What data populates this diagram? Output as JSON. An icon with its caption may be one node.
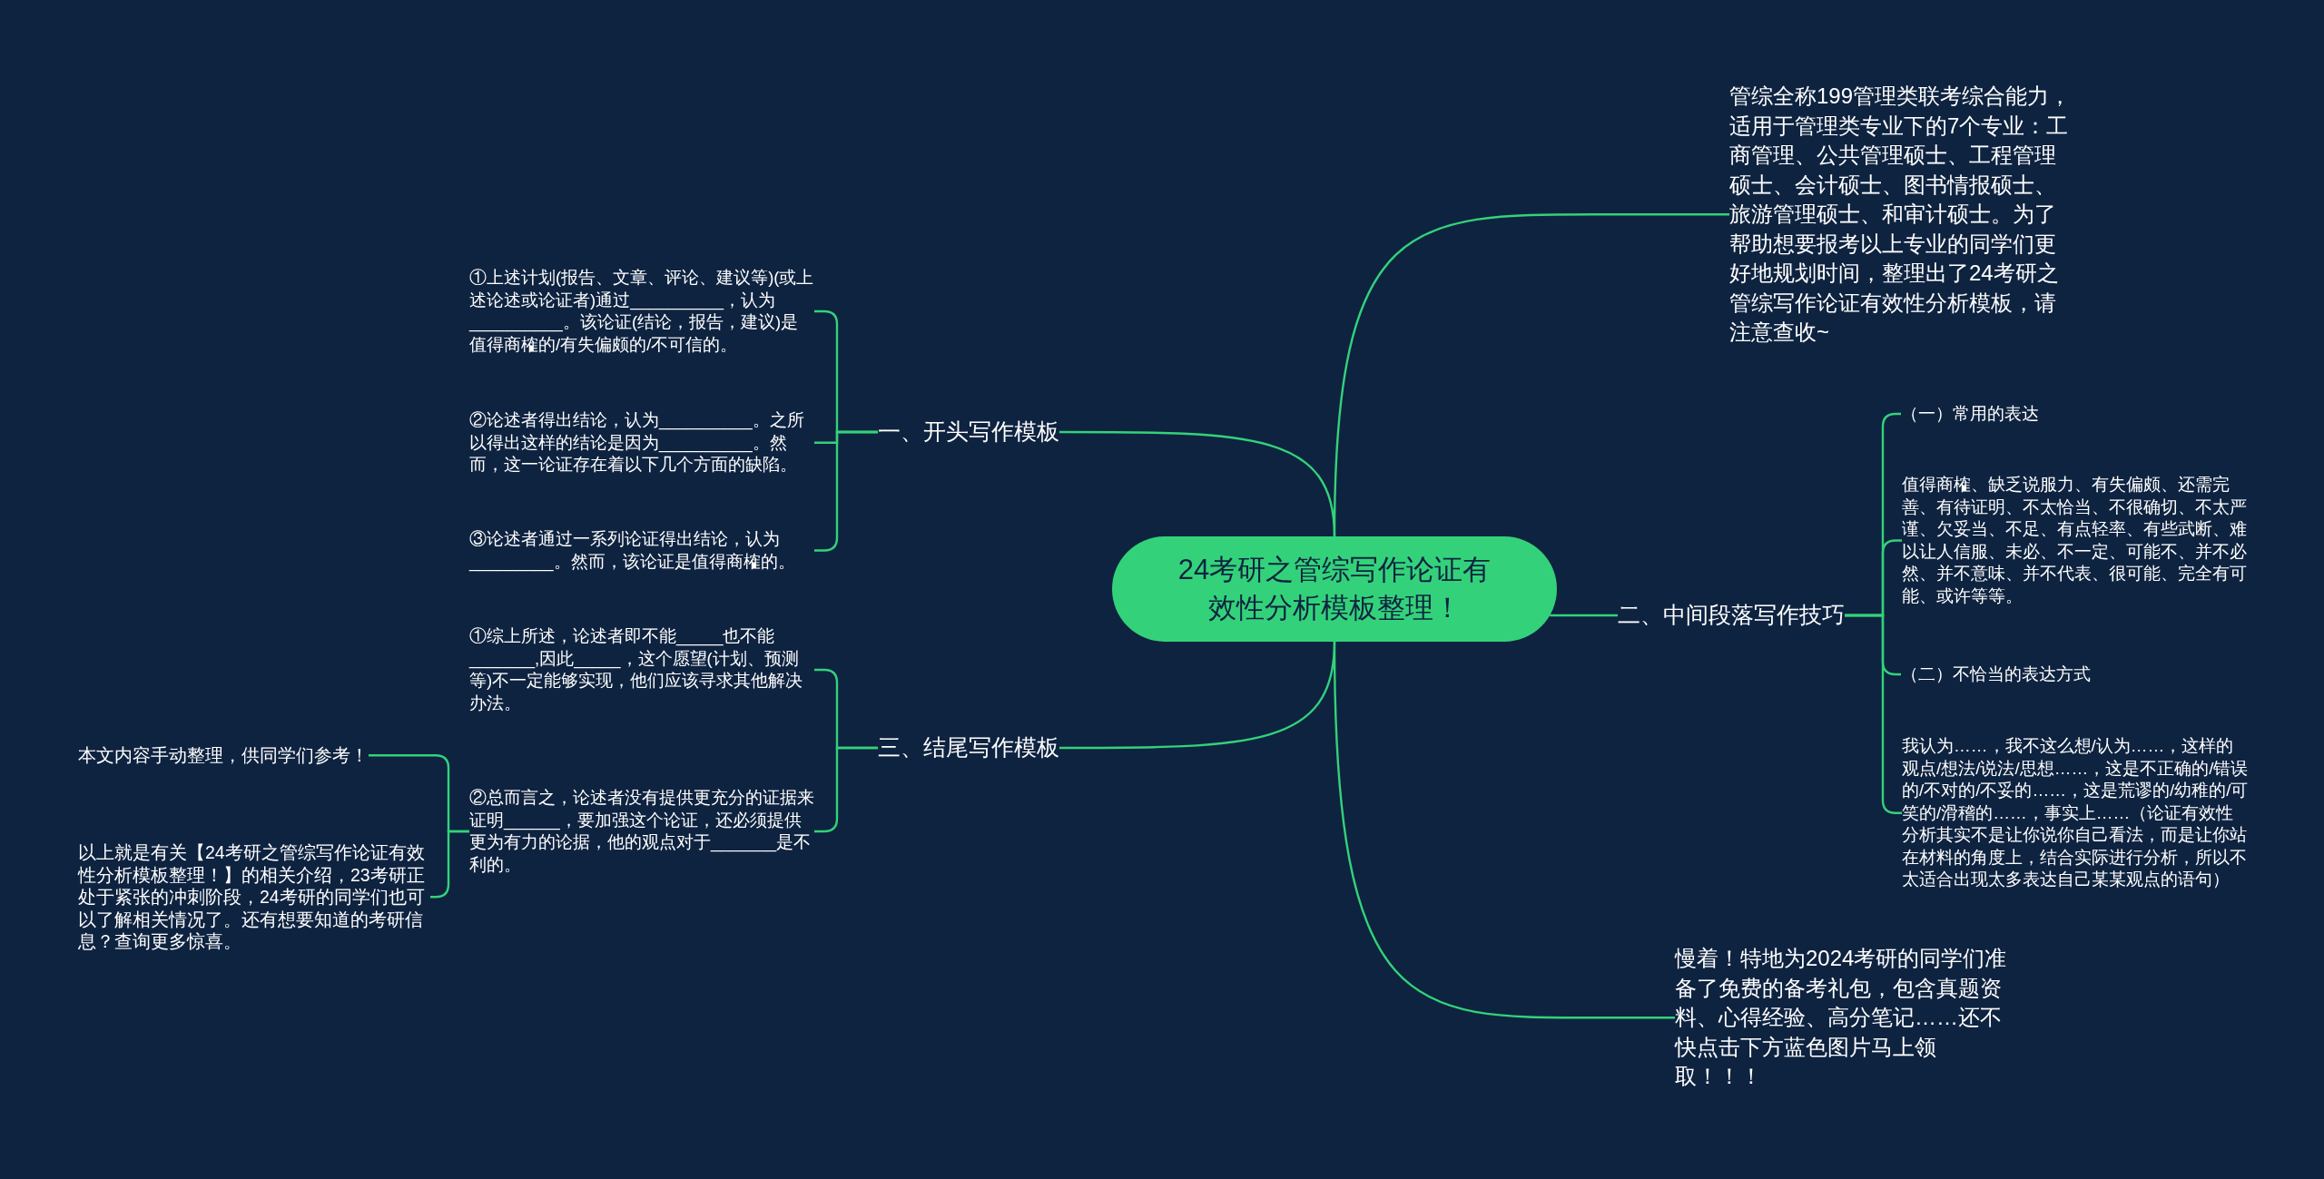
{
  "diagram": {
    "nodes": [
      {
        "text": [
          "24考研之管综写作论证有效性分析模板整理！"
        ]
      },
      {
        "text": [
          "管综全称199管理类联考综合能力，适用于管理类专业下的7个专业：工商管理、公共管理硕士、工程管理硕士、会计硕士、图书情报硕士、旅游管理硕士、和审计硕士。为了帮助想要报考以上专业的同学们更好地规划时间，整理出了24考研之管综写作论证有效性分析模板，请注意查收~"
        ]
      },
      {
        "text": [
          "二、中间段落写作技巧"
        ]
      },
      {
        "text": [
          "（一）常用的表达"
        ]
      },
      {
        "text": [
          "值得商榷、缺乏说服力、有失偏颇、还需完善、有待证明、不太恰当、不很确切、不太严谨、欠妥当、不足、有点轻率、有些武断、难以让人信服、未必、不一定、可能不、并不必然、并不意味、并不代表、很可能、完全有可能、或许等等。"
        ]
      },
      {
        "text": [
          "（二）不恰当的表达方式"
        ]
      },
      {
        "text": [
          "我认为……，我不这么想/认为……，这样的观点/想法/说法/思想……，这是不正确的/错误的/不对的/不妥的……，这是荒谬的/幼稚的/可笑的/滑稽的……，事实上……（论证有效性分析其实不是让你说你自己看法，而是让你站在材料的角度上，结合实际进行分析，所以不太适合出现太多表达自己某某观点的语句）"
        ]
      },
      {
        "text": [
          "慢着！特地为2024考研的同学们准备了免费的备考礼包，包含真题资料、心得经验、高分笔记……还不快点击下方蓝色图片马上领取！！！"
        ]
      },
      {
        "text": [
          "一、开头写作模板"
        ]
      },
      {
        "text": [
          "①上述计划(报告、文章、评论、建议等)(或上述论述或论证者)通过__________，认为__________。该论证(结论，报告，建议)是值得商榷的/有失偏颇的/不可信的。"
        ]
      },
      {
        "text": [
          "②论述者得出结论，认为__________。之所以得出这样的结论是因为__________。然而，这一论证存在着以下几个方面的缺陷。"
        ]
      },
      {
        "text": [
          "③论述者通过一系列论证得出结论，认为_________。然而，该论证是值得商榷的。"
        ]
      },
      {
        "text": [
          "三、结尾写作模板"
        ]
      },
      {
        "text": [
          "①综上所述，论述者即不能_____也不能_______,因此_____，这个愿望(计划、预测等)不一定能够实现，他们应该寻求其他解决办法。"
        ]
      },
      {
        "text": [
          "②总而言之，论述者没有提供更充分的证据来证明______，要加强这个论证，还必须提供更为有力的论据，他的观点对于_______是不利的。"
        ]
      },
      {
        "text": [
          "本文内容手动整理，供同学们参考！"
        ]
      },
      {
        "text": [
          "以上就是有关【24考研之管综写作论证有效性分析模板整理！】的相关介绍，23考研正处于紧张的冲刺阶段，24考研的同学们也可以了解相关情况了。还有想要知道的考研信息？查询更多惊喜。"
        ]
      }
    ],
    "edges": [
      {
        "from": 0,
        "to": 1,
        "arrow": "none"
      },
      {
        "from": 0,
        "to": 2,
        "arrow": "none"
      },
      {
        "from": 0,
        "to": 7,
        "arrow": "none"
      },
      {
        "from": 0,
        "to": 8,
        "arrow": "none"
      },
      {
        "from": 0,
        "to": 12,
        "arrow": "none"
      },
      {
        "from": 2,
        "to": 3,
        "arrow": "none"
      },
      {
        "from": 2,
        "to": 4,
        "arrow": "none"
      },
      {
        "from": 2,
        "to": 5,
        "arrow": "none"
      },
      {
        "from": 2,
        "to": 6,
        "arrow": "none"
      },
      {
        "from": 8,
        "to": 9,
        "arrow": "none"
      },
      {
        "from": 8,
        "to": 10,
        "arrow": "none"
      },
      {
        "from": 8,
        "to": 11,
        "arrow": "none"
      },
      {
        "from": 12,
        "to": 13,
        "arrow": "none"
      },
      {
        "from": 12,
        "to": 14,
        "arrow": "none"
      },
      {
        "from": 14,
        "to": 15,
        "arrow": "none"
      },
      {
        "from": 14,
        "to": 16,
        "arrow": "none"
      }
    ]
  }
}
